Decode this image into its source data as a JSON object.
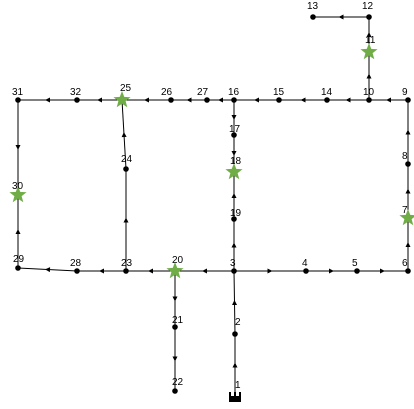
{
  "colors": {
    "line": "#000000",
    "node": "#000000",
    "star": "#70ad47",
    "background": "#ffffff"
  },
  "source_node": "1",
  "star_nodes": [
    "11",
    "18",
    "20",
    "25",
    "30",
    "7"
  ],
  "nodes": [
    {
      "id": "1"
    },
    {
      "id": "2"
    },
    {
      "id": "3"
    },
    {
      "id": "4"
    },
    {
      "id": "5"
    },
    {
      "id": "6"
    },
    {
      "id": "7"
    },
    {
      "id": "8"
    },
    {
      "id": "9"
    },
    {
      "id": "10"
    },
    {
      "id": "11"
    },
    {
      "id": "12"
    },
    {
      "id": "13"
    },
    {
      "id": "14"
    },
    {
      "id": "15"
    },
    {
      "id": "16"
    },
    {
      "id": "17"
    },
    {
      "id": "18"
    },
    {
      "id": "19"
    },
    {
      "id": "20"
    },
    {
      "id": "21"
    },
    {
      "id": "22"
    },
    {
      "id": "23"
    },
    {
      "id": "24"
    },
    {
      "id": "25"
    },
    {
      "id": "26"
    },
    {
      "id": "27"
    },
    {
      "id": "28"
    },
    {
      "id": "29"
    },
    {
      "id": "30"
    },
    {
      "id": "31"
    },
    {
      "id": "32"
    }
  ],
  "edges": [
    {
      "from": "1",
      "to": "2"
    },
    {
      "from": "2",
      "to": "3"
    },
    {
      "from": "3",
      "to": "4"
    },
    {
      "from": "4",
      "to": "5"
    },
    {
      "from": "5",
      "to": "6"
    },
    {
      "from": "6",
      "to": "7"
    },
    {
      "from": "7",
      "to": "8"
    },
    {
      "from": "8",
      "to": "9"
    },
    {
      "from": "9",
      "to": "10"
    },
    {
      "from": "10",
      "to": "11"
    },
    {
      "from": "11",
      "to": "12"
    },
    {
      "from": "12",
      "to": "13"
    },
    {
      "from": "10",
      "to": "14"
    },
    {
      "from": "14",
      "to": "15"
    },
    {
      "from": "15",
      "to": "16"
    },
    {
      "from": "16",
      "to": "17"
    },
    {
      "from": "17",
      "to": "18"
    },
    {
      "from": "19",
      "to": "18"
    },
    {
      "from": "3",
      "to": "19"
    },
    {
      "from": "3",
      "to": "20"
    },
    {
      "from": "20",
      "to": "21"
    },
    {
      "from": "21",
      "to": "22"
    },
    {
      "from": "20",
      "to": "23"
    },
    {
      "from": "23",
      "to": "24"
    },
    {
      "from": "24",
      "to": "25"
    },
    {
      "from": "16",
      "to": "27"
    },
    {
      "from": "27",
      "to": "26"
    },
    {
      "from": "26",
      "to": "25"
    },
    {
      "from": "25",
      "to": "32"
    },
    {
      "from": "32",
      "to": "31"
    },
    {
      "from": "31",
      "to": "30"
    },
    {
      "from": "29",
      "to": "30"
    },
    {
      "from": "28",
      "to": "29"
    },
    {
      "from": "23",
      "to": "28"
    }
  ]
}
